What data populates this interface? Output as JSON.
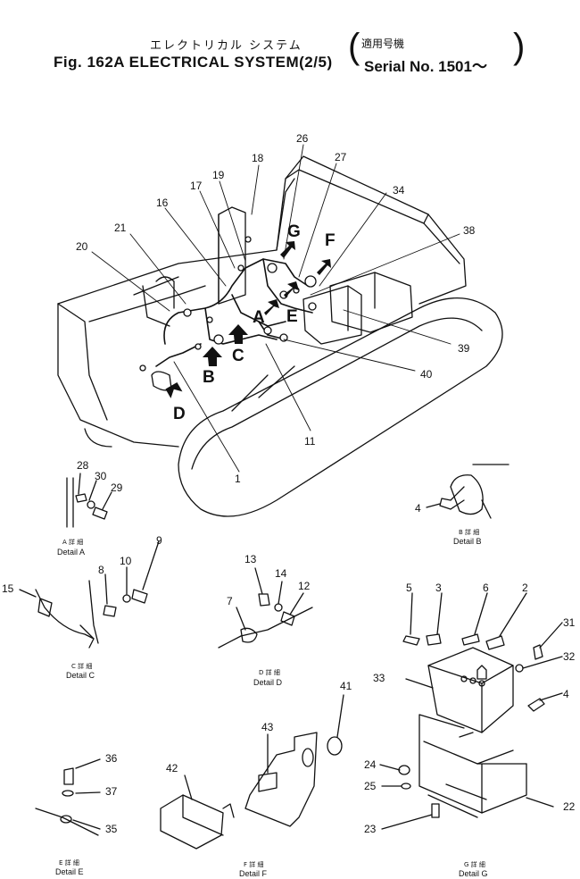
{
  "header": {
    "title_jp": "エレクトリカル システム",
    "title_en": "Fig. 162A ELECTRICAL SYSTEM(2/5)",
    "serial_jp": "適用号機",
    "serial_en": "Serial No. 1501～"
  },
  "view_arrows": [
    "A",
    "B",
    "C",
    "D",
    "E",
    "F",
    "G"
  ],
  "callouts": [
    "26",
    "27",
    "18",
    "19",
    "17",
    "16",
    "34",
    "21",
    "20",
    "38",
    "39",
    "40",
    "11",
    "1",
    "28",
    "30",
    "29",
    "4",
    "9",
    "10",
    "8",
    "15",
    "13",
    "14",
    "12",
    "7",
    "5",
    "3",
    "6",
    "2",
    "31",
    "32",
    "33",
    "41",
    "43",
    "42",
    "36",
    "37",
    "35",
    "24",
    "25",
    "23",
    "22"
  ],
  "details": [
    {
      "jp": "A 詳 細",
      "en": "Detail A"
    },
    {
      "jp": "B 詳 細",
      "en": "Detail B"
    },
    {
      "jp": "C 詳 細",
      "en": "Detail C"
    },
    {
      "jp": "D 詳 細",
      "en": "Detail D"
    },
    {
      "jp": "E 詳 細",
      "en": "Detail E"
    },
    {
      "jp": "F 詳 細",
      "en": "Detail F"
    },
    {
      "jp": "G 詳 細",
      "en": "Detail G"
    }
  ]
}
